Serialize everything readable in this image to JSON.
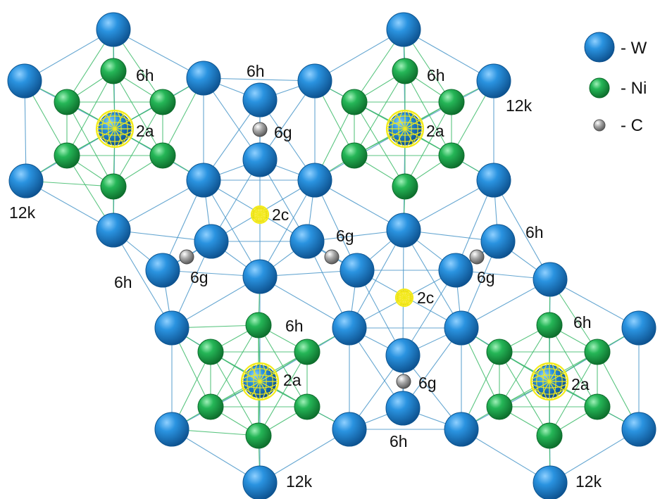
{
  "legend": [
    {
      "species": "W",
      "label": "- W",
      "color": "#1f7fd0"
    },
    {
      "species": "Ni",
      "label": "- Ni",
      "color": "#22a84a"
    },
    {
      "species": "C",
      "label": "- C",
      "color": "#9a9a9a"
    }
  ],
  "site_labels": {
    "h6": "6h",
    "g6": "6g",
    "k12": "12k",
    "a2": "2a",
    "c2": "2c"
  },
  "colors": {
    "W": "#1f7fd0",
    "Ni": "#22a84a",
    "C": "#9a9a9a",
    "site_2a_2c": "#f2ea1a",
    "bond_w": "#4a97c9",
    "bond_ni": "#3dbb6a"
  }
}
